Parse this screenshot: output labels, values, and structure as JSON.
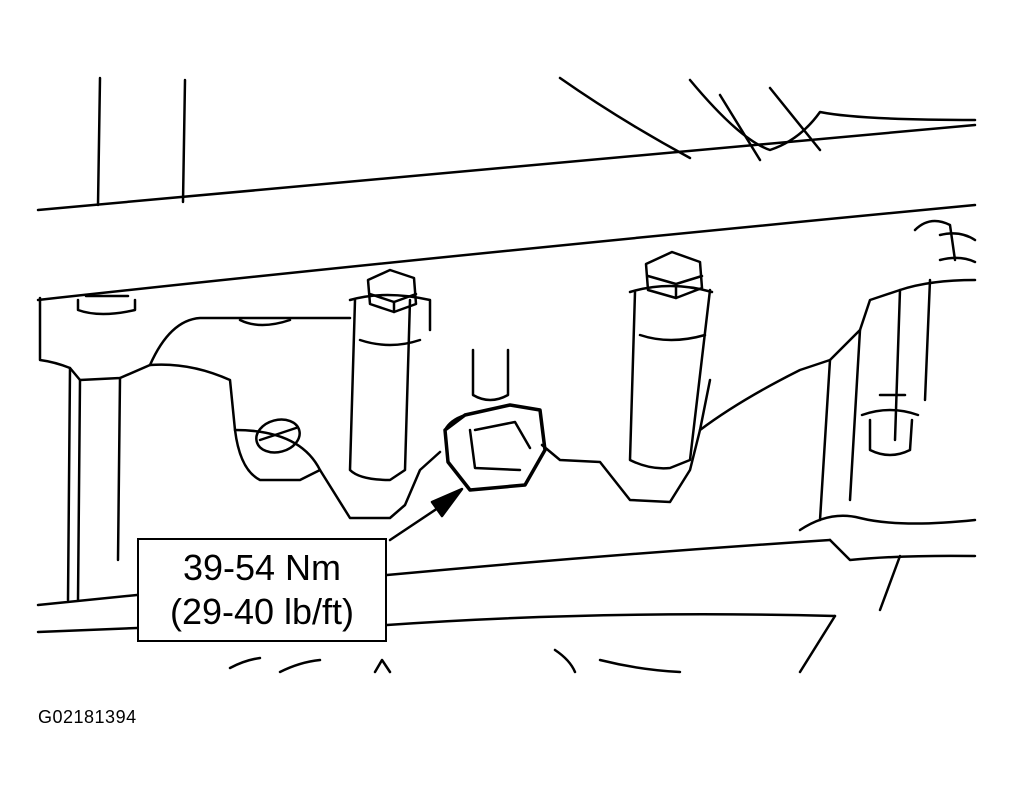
{
  "diagram": {
    "callout": {
      "torque_nm": "39-54 Nm",
      "torque_lbft": "(29-40 lb/ft)"
    },
    "figure_id": "G02181394"
  },
  "colors": {
    "line": "#000000",
    "background": "#ffffff"
  }
}
